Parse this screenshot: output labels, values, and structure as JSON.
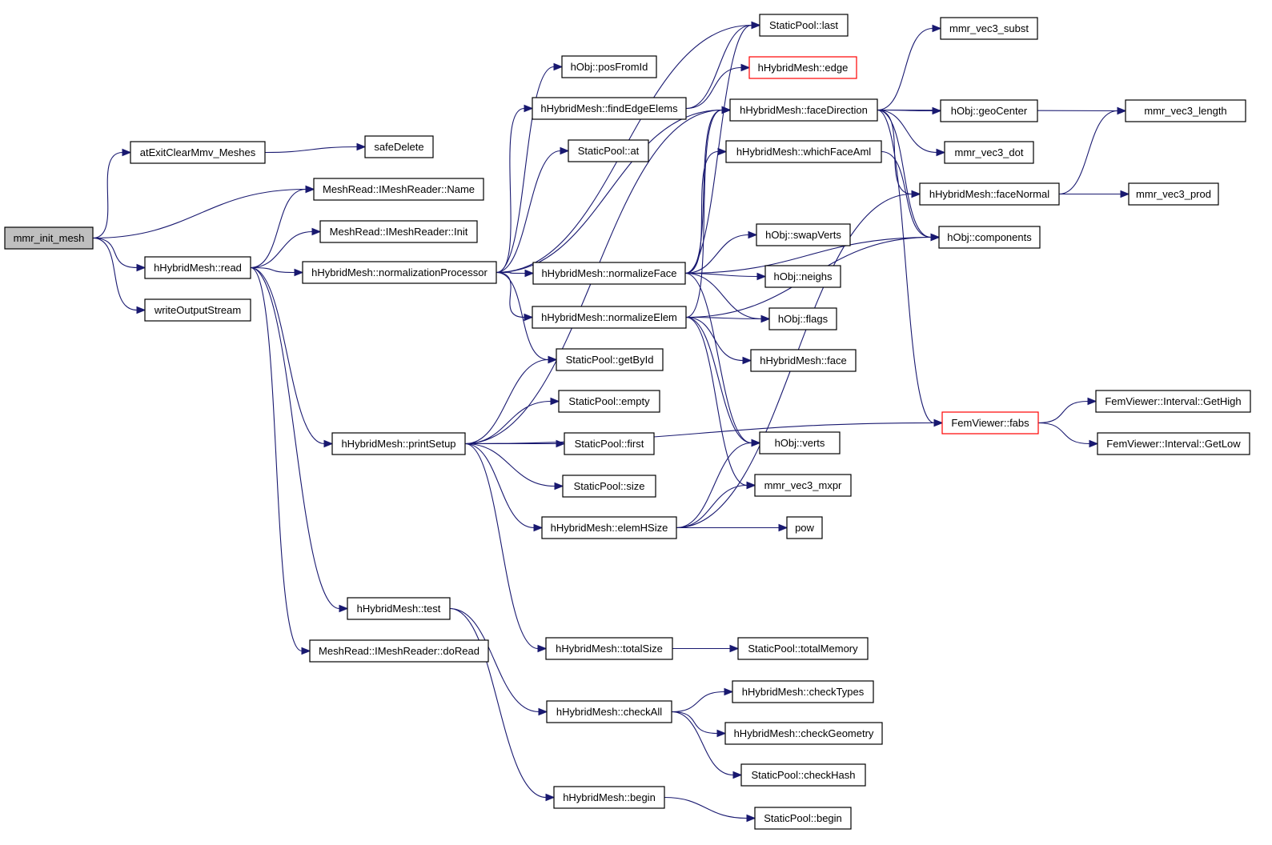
{
  "colors": {
    "edge": "#191970",
    "node_border": "#000000",
    "root_fill": "#bfbfbf",
    "external_border": "#ff0000"
  },
  "nodes": [
    {
      "id": "mmr_init_mesh",
      "label": "mmr_init_mesh",
      "style": "root"
    },
    {
      "id": "atExit",
      "label": "atExitClearMmv_Meshes"
    },
    {
      "id": "safeDelete",
      "label": "safeDelete"
    },
    {
      "id": "mrName",
      "label": "MeshRead::IMeshReader::Name"
    },
    {
      "id": "mrInit",
      "label": "MeshRead::IMeshReader::Init"
    },
    {
      "id": "read",
      "label": "hHybridMesh::read"
    },
    {
      "id": "writeOut",
      "label": "writeOutputStream"
    },
    {
      "id": "normProc",
      "label": "hHybridMesh::normalizationProcessor"
    },
    {
      "id": "printSetup",
      "label": "hHybridMesh::printSetup"
    },
    {
      "id": "test",
      "label": "hHybridMesh::test"
    },
    {
      "id": "doRead",
      "label": "MeshRead::IMeshReader::doRead"
    },
    {
      "id": "spLast",
      "label": "StaticPool::last"
    },
    {
      "id": "posFromId",
      "label": "hObj::posFromId"
    },
    {
      "id": "edge",
      "label": "hHybridMesh::edge",
      "style": "red"
    },
    {
      "id": "findEdge",
      "label": "hHybridMesh::findEdgeElems"
    },
    {
      "id": "spAt",
      "label": "StaticPool::at"
    },
    {
      "id": "normFace",
      "label": "hHybridMesh::normalizeFace"
    },
    {
      "id": "normElem",
      "label": "hHybridMesh::normalizeElem"
    },
    {
      "id": "getById",
      "label": "StaticPool::getById"
    },
    {
      "id": "spEmpty",
      "label": "StaticPool::empty"
    },
    {
      "id": "spFirst",
      "label": "StaticPool::first"
    },
    {
      "id": "spSize",
      "label": "StaticPool::size"
    },
    {
      "id": "elemH",
      "label": "hHybridMesh::elemHSize"
    },
    {
      "id": "totalSize",
      "label": "hHybridMesh::totalSize"
    },
    {
      "id": "checkAll",
      "label": "hHybridMesh::checkAll"
    },
    {
      "id": "begin",
      "label": "hHybridMesh::begin"
    },
    {
      "id": "faceDir",
      "label": "hHybridMesh::faceDirection"
    },
    {
      "id": "whichFace",
      "label": "hHybridMesh::whichFaceAml"
    },
    {
      "id": "swapVerts",
      "label": "hObj::swapVerts"
    },
    {
      "id": "neighs",
      "label": "hObj::neighs"
    },
    {
      "id": "flags",
      "label": "hObj::flags"
    },
    {
      "id": "face",
      "label": "hHybridMesh::face"
    },
    {
      "id": "verts",
      "label": "hObj::verts"
    },
    {
      "id": "mxpr",
      "label": "mmr_vec3_mxpr"
    },
    {
      "id": "pow",
      "label": "pow"
    },
    {
      "id": "totalMem",
      "label": "StaticPool::totalMemory"
    },
    {
      "id": "checkTypes",
      "label": "hHybridMesh::checkTypes"
    },
    {
      "id": "checkGeom",
      "label": "hHybridMesh::checkGeometry"
    },
    {
      "id": "checkHash",
      "label": "StaticPool::checkHash"
    },
    {
      "id": "spBegin",
      "label": "StaticPool::begin"
    },
    {
      "id": "subst",
      "label": "mmr_vec3_subst"
    },
    {
      "id": "geoCenter",
      "label": "hObj::geoCenter"
    },
    {
      "id": "dot",
      "label": "mmr_vec3_dot"
    },
    {
      "id": "faceNormal",
      "label": "hHybridMesh::faceNormal"
    },
    {
      "id": "components",
      "label": "hObj::components"
    },
    {
      "id": "fabs",
      "label": "FemViewer::fabs",
      "style": "red"
    },
    {
      "id": "length",
      "label": "mmr_vec3_length"
    },
    {
      "id": "prod",
      "label": "mmr_vec3_prod"
    },
    {
      "id": "getHigh",
      "label": "FemViewer::Interval::GetHigh"
    },
    {
      "id": "getLow",
      "label": "FemViewer::Interval::GetLow"
    }
  ],
  "edges": [
    {
      "from": "mmr_init_mesh",
      "to": "atExit"
    },
    {
      "from": "mmr_init_mesh",
      "to": "mrName"
    },
    {
      "from": "mmr_init_mesh",
      "to": "read"
    },
    {
      "from": "mmr_init_mesh",
      "to": "writeOut"
    },
    {
      "from": "atExit",
      "to": "safeDelete"
    },
    {
      "from": "read",
      "to": "mrName"
    },
    {
      "from": "read",
      "to": "mrInit"
    },
    {
      "from": "read",
      "to": "normProc"
    },
    {
      "from": "read",
      "to": "printSetup"
    },
    {
      "from": "read",
      "to": "test"
    },
    {
      "from": "read",
      "to": "doRead"
    },
    {
      "from": "normProc",
      "to": "spLast"
    },
    {
      "from": "normProc",
      "to": "posFromId"
    },
    {
      "from": "normProc",
      "to": "findEdge"
    },
    {
      "from": "normProc",
      "to": "spAt"
    },
    {
      "from": "normProc",
      "to": "normFace"
    },
    {
      "from": "normProc",
      "to": "normElem"
    },
    {
      "from": "normProc",
      "to": "getById"
    },
    {
      "from": "normProc",
      "to": "faceDir"
    },
    {
      "from": "findEdge",
      "to": "spLast"
    },
    {
      "from": "findEdge",
      "to": "edge"
    },
    {
      "from": "normFace",
      "to": "spLast"
    },
    {
      "from": "normFace",
      "to": "faceDir"
    },
    {
      "from": "normFace",
      "to": "whichFace"
    },
    {
      "from": "normFace",
      "to": "swapVerts"
    },
    {
      "from": "normFace",
      "to": "neighs"
    },
    {
      "from": "normFace",
      "to": "flags"
    },
    {
      "from": "normFace",
      "to": "components"
    },
    {
      "from": "normFace",
      "to": "verts"
    },
    {
      "from": "normElem",
      "to": "faceDir"
    },
    {
      "from": "normElem",
      "to": "flags"
    },
    {
      "from": "normElem",
      "to": "face"
    },
    {
      "from": "normElem",
      "to": "verts"
    },
    {
      "from": "normElem",
      "to": "mxpr"
    },
    {
      "from": "normElem",
      "to": "components"
    },
    {
      "from": "printSetup",
      "to": "faceDir"
    },
    {
      "from": "printSetup",
      "to": "getById"
    },
    {
      "from": "printSetup",
      "to": "spEmpty"
    },
    {
      "from": "printSetup",
      "to": "spFirst"
    },
    {
      "from": "printSetup",
      "to": "spSize"
    },
    {
      "from": "printSetup",
      "to": "elemH"
    },
    {
      "from": "printSetup",
      "to": "totalSize"
    },
    {
      "from": "printSetup",
      "to": "fabs"
    },
    {
      "from": "elemH",
      "to": "verts"
    },
    {
      "from": "elemH",
      "to": "mxpr"
    },
    {
      "from": "elemH",
      "to": "pow"
    },
    {
      "from": "elemH",
      "to": "faceNormal"
    },
    {
      "from": "totalSize",
      "to": "totalMem"
    },
    {
      "from": "test",
      "to": "checkAll"
    },
    {
      "from": "test",
      "to": "begin"
    },
    {
      "from": "checkAll",
      "to": "checkTypes"
    },
    {
      "from": "checkAll",
      "to": "checkGeom"
    },
    {
      "from": "checkAll",
      "to": "checkHash"
    },
    {
      "from": "begin",
      "to": "spBegin"
    },
    {
      "from": "faceDir",
      "to": "subst"
    },
    {
      "from": "faceDir",
      "to": "length"
    },
    {
      "from": "faceDir",
      "to": "geoCenter"
    },
    {
      "from": "faceDir",
      "to": "dot"
    },
    {
      "from": "faceDir",
      "to": "faceNormal"
    },
    {
      "from": "faceDir",
      "to": "components"
    },
    {
      "from": "faceDir",
      "to": "fabs"
    },
    {
      "from": "whichFace",
      "to": "components"
    },
    {
      "from": "faceNormal",
      "to": "length"
    },
    {
      "from": "faceNormal",
      "to": "prod"
    },
    {
      "from": "fabs",
      "to": "getHigh"
    },
    {
      "from": "fabs",
      "to": "getLow"
    }
  ]
}
